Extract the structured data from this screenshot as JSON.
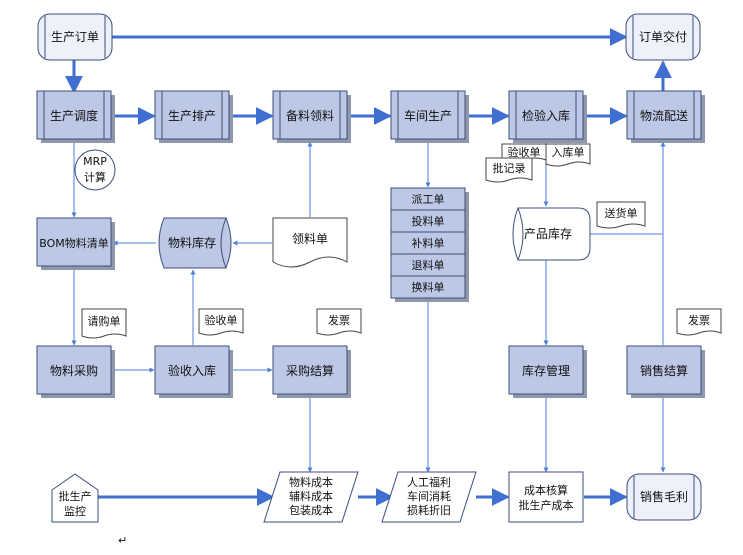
{
  "nodes": {
    "production_order": "生产订单",
    "order_delivery": "订单交付",
    "production_schedule": "生产调度",
    "production_plan": "生产排产",
    "material_prep": "备料领料",
    "workshop_production": "车间生产",
    "inspect_storage": "检验入库",
    "logistics_delivery": "物流配送",
    "mrp": "MRP\n计算",
    "bom": "BOM物料清单",
    "material_stock": "物料库存",
    "pick_list": "领料单",
    "product_stock": "产品库存",
    "purchase_request": "请购单",
    "acceptance_doc": "验收单",
    "invoice_purchase": "发票",
    "material_purchase": "物料采购",
    "acceptance_storage": "验收入库",
    "purchase_settlement": "采购结算",
    "inventory_mgmt": "库存管理",
    "sales_settlement": "销售结算",
    "invoice_sales": "发票",
    "batch_monitor": "批生产\n监控",
    "material_cost": "物料成本\n辅料成本\n包装成本",
    "labor_cost": "人工福利\n车间消耗\n损耗折旧",
    "cost_accounting": "成本核算\n批生产成本",
    "sales_margin": "销售毛利",
    "acceptance_slip": "验收单",
    "batch_record": "批记录",
    "storage_slip": "入库单",
    "delivery_slip": "送货单"
  },
  "work_orders": [
    "派工单",
    "投料单",
    "补料单",
    "退料单",
    "换料单"
  ],
  "trailing_mark": "↵",
  "colors": {
    "box_fill": "#bcc8e6",
    "line": "#5f80c8",
    "thick_line": "#3f6fd1"
  }
}
